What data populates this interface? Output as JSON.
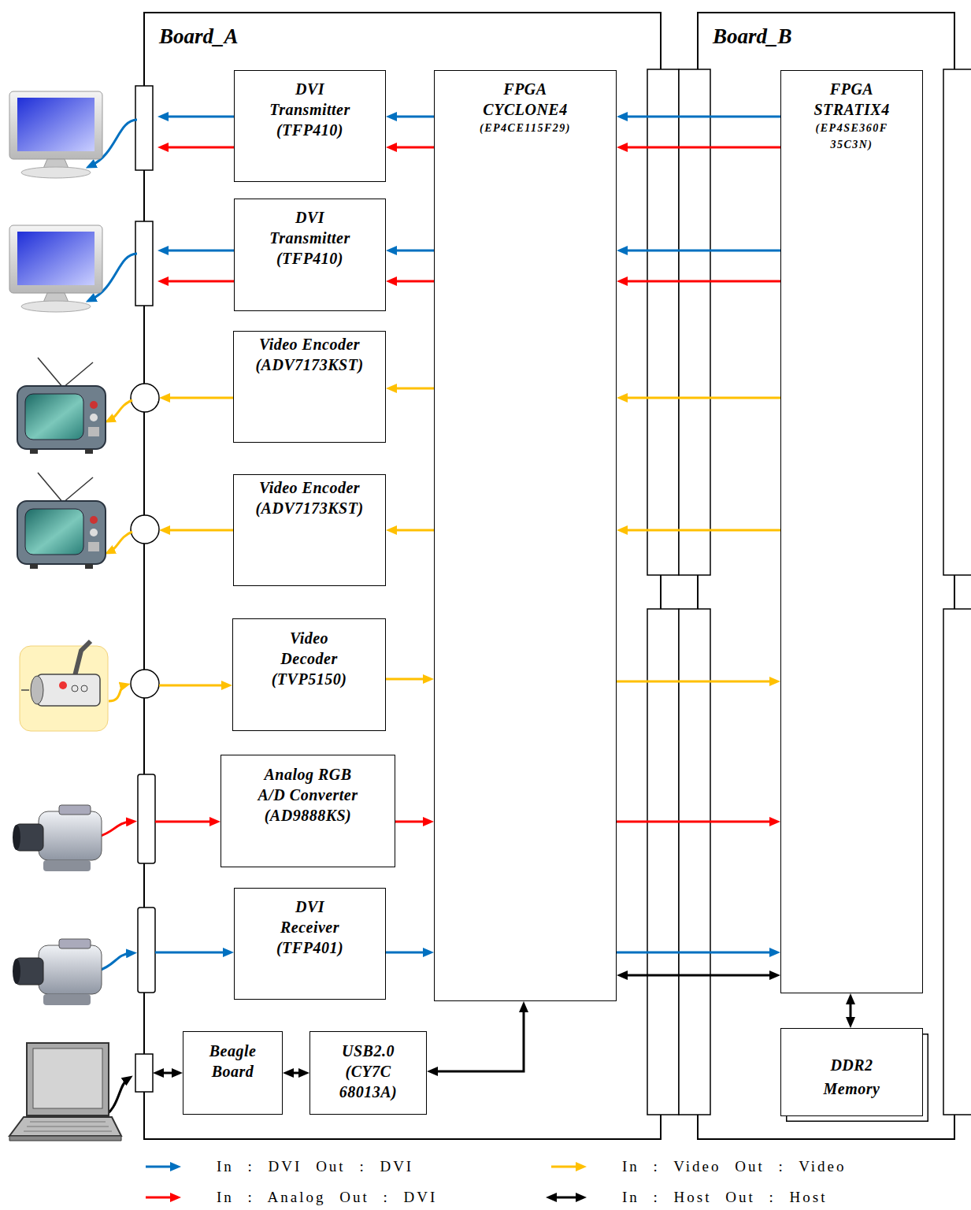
{
  "diagram": {
    "nodes": [
      {
        "text": [
          "Board_A"
        ]
      },
      {
        "text": [
          "Board_B"
        ]
      },
      {
        "text": [
          "DVI Transmitter (TFP410)"
        ],
        "in": 0
      },
      {
        "text": [
          "FPGA CYCLONE4",
          "(EP4CE115F29)"
        ],
        "in": 0
      },
      {
        "text": [
          "DVI Transmitter (TFP410)"
        ],
        "in": 0
      },
      {
        "text": [
          "Video Encoder (ADV7173KST)"
        ],
        "in": 0
      },
      {
        "text": [
          "Video Encoder (ADV7173KST)"
        ],
        "in": 0
      },
      {
        "text": [
          "Video Decoder (TVP5150)"
        ],
        "in": 0
      },
      {
        "text": [
          "Analog RGB A/D Converter (AD9888KS)"
        ],
        "in": 0
      },
      {
        "text": [
          "DVI Receiver (TFP401)"
        ],
        "in": 0
      },
      {
        "text": [
          "Beagle Board"
        ],
        "in": 0
      },
      {
        "text": [
          "USB2.0 (CY7C 68013A)"
        ],
        "in": 0
      },
      {
        "text": [
          "FPGA STRATIX4",
          "(EP4SE360F 35C3N)"
        ],
        "in": 1
      },
      {
        "text": [
          "DDR2 Memory"
        ],
        "in": 1
      }
    ],
    "edges": [
      {
        "from": 3,
        "to": 2,
        "arrow": "to"
      },
      {
        "from": 3,
        "to": 2,
        "arrow": "to"
      },
      {
        "from": 12,
        "to": 3,
        "arrow": "to"
      },
      {
        "from": 12,
        "to": 3,
        "arrow": "to"
      },
      {
        "from": 3,
        "to": 4,
        "arrow": "to"
      },
      {
        "from": 3,
        "to": 4,
        "arrow": "to"
      },
      {
        "from": 12,
        "to": 3,
        "arrow": "to"
      },
      {
        "from": 12,
        "to": 3,
        "arrow": "to"
      },
      {
        "from": 3,
        "to": 5,
        "arrow": "to"
      },
      {
        "from": 12,
        "to": 3,
        "arrow": "to"
      },
      {
        "from": 3,
        "to": 6,
        "arrow": "to"
      },
      {
        "from": 12,
        "to": 3,
        "arrow": "to"
      },
      {
        "from": 7,
        "to": 3,
        "arrow": "to"
      },
      {
        "from": 3,
        "to": 12,
        "arrow": "to"
      },
      {
        "from": 8,
        "to": 3,
        "arrow": "to"
      },
      {
        "from": 3,
        "to": 12,
        "arrow": "to"
      },
      {
        "from": 9,
        "to": 3,
        "arrow": "to"
      },
      {
        "from": 3,
        "to": 12,
        "arrow": "to"
      },
      {
        "from": 3,
        "to": 12,
        "arrow": "both"
      },
      {
        "from": 12,
        "to": 13,
        "arrow": "both"
      },
      {
        "from": 10,
        "to": 11,
        "arrow": "both"
      },
      {
        "from": 11,
        "to": 3,
        "arrow": "both"
      }
    ],
    "legend": [
      {
        "text": "In : DVI Out : DVI"
      },
      {
        "text": "In : Analog Out : DVI"
      },
      {
        "text": "In : Video Out : Video"
      },
      {
        "text": "In : Host Out : Host"
      }
    ]
  }
}
